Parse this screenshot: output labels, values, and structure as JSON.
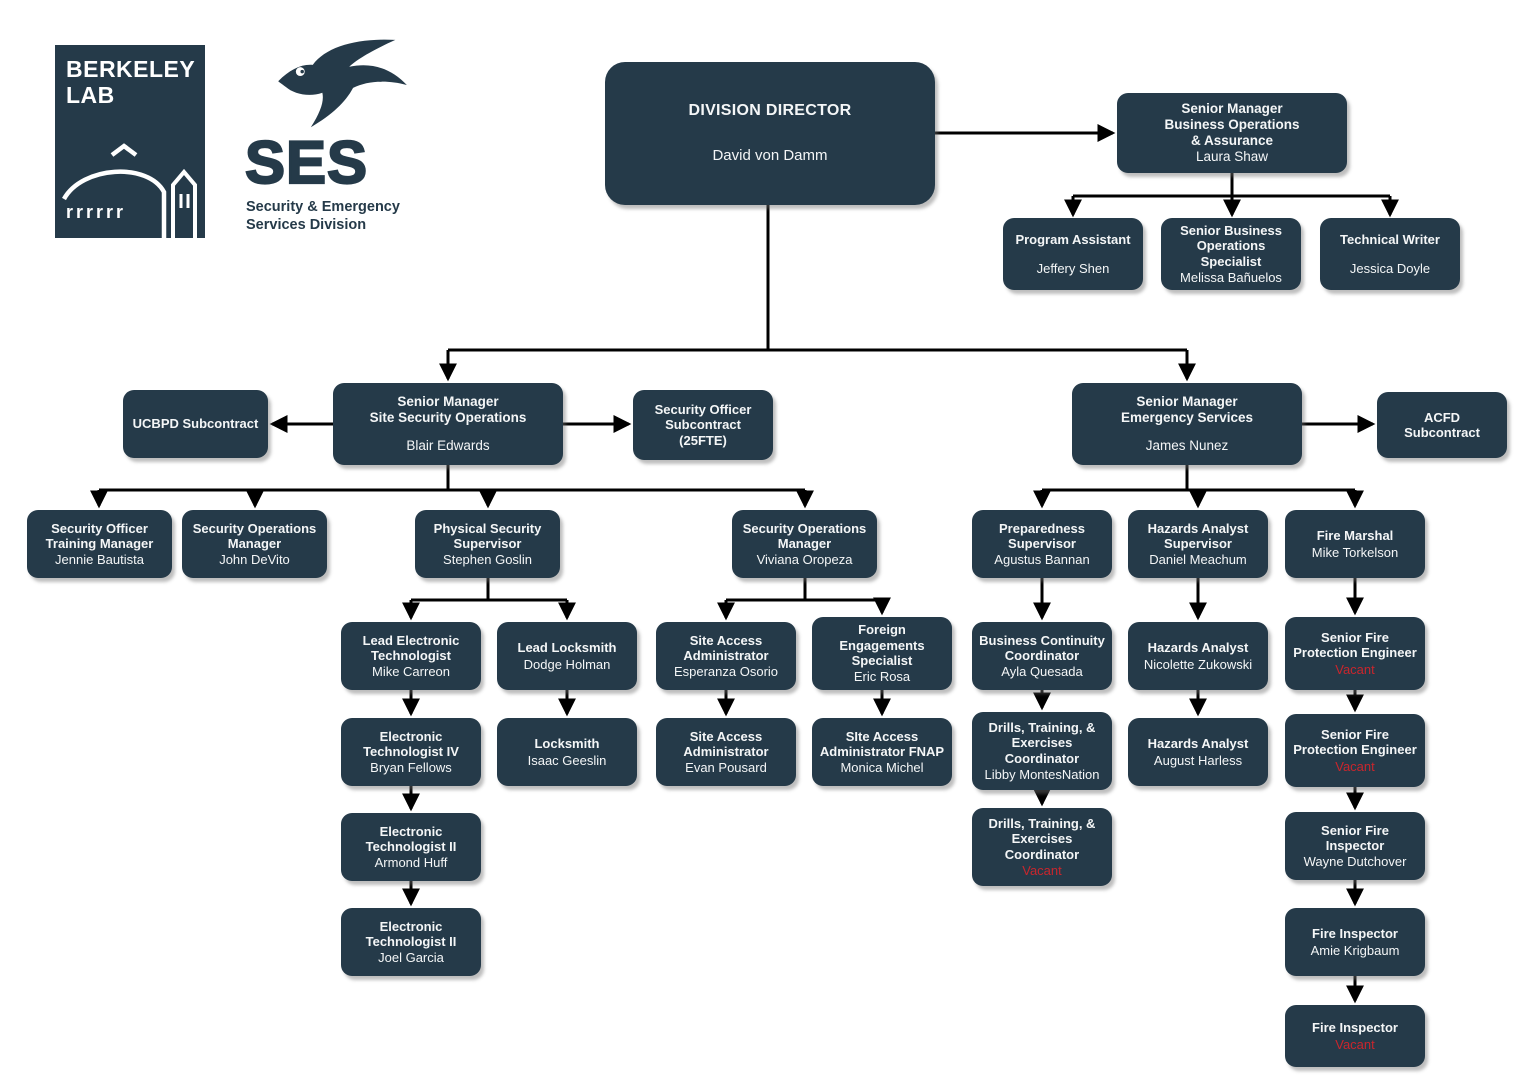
{
  "logos": {
    "berkeley": {
      "line1": "BERKELEY",
      "line2": "LAB"
    },
    "ses": {
      "acronym": "SES",
      "tagline_line1": "Security & Emergency",
      "tagline_line2": "Services Division"
    }
  },
  "colors": {
    "brand": "#253a49",
    "node_fill": "#253a49",
    "node_text": "#f4f6f7",
    "vacant_text": "#c9262d",
    "connector": "#000000"
  },
  "nodes": [
    {
      "id": "division-director",
      "title": "DIVISION DIRECTOR",
      "name": "David von Damm"
    },
    {
      "id": "sr-mgr-business-operations",
      "title": "Senior Manager\nBusiness Operations\n& Assurance",
      "name": "Laura Shaw"
    },
    {
      "id": "program-assistant",
      "title": "Program Assistant",
      "name": "Jeffery Shen"
    },
    {
      "id": "sr-business-operations-specialist",
      "title": "Senior Business\nOperations\nSpecialist",
      "name": "Melissa Bañuelos"
    },
    {
      "id": "technical-writer",
      "title": "Technical Writer",
      "name": "Jessica Doyle"
    },
    {
      "id": "ucbpd-subcontract",
      "title": "UCBPD Subcontract",
      "name": ""
    },
    {
      "id": "sr-mgr-site-security-operations",
      "title": "Senior Manager\nSite Security Operations",
      "name": "Blair Edwards"
    },
    {
      "id": "security-officer-subcontract",
      "title": "Security Officer\nSubcontract\n(25FTE)",
      "name": ""
    },
    {
      "id": "sr-mgr-emergency-services",
      "title": "Senior Manager\nEmergency Services",
      "name": "James Nunez"
    },
    {
      "id": "acfd-subcontract",
      "title": "ACFD\nSubcontract",
      "name": ""
    },
    {
      "id": "security-officer-training-manager",
      "title": "Security Officer\nTraining Manager",
      "name": "Jennie Bautista"
    },
    {
      "id": "security-operations-manager-1",
      "title": "Security Operations\nManager",
      "name": "John DeVito"
    },
    {
      "id": "physical-security-supervisor",
      "title": "Physical Security\nSupervisor",
      "name": "Stephen Goslin"
    },
    {
      "id": "security-operations-manager-2",
      "title": "Security Operations\nManager",
      "name": "Viviana Oropeza"
    },
    {
      "id": "preparedness-supervisor",
      "title": "Preparedness\nSupervisor",
      "name": "Agustus Bannan"
    },
    {
      "id": "hazards-analyst-supervisor",
      "title": "Hazards Analyst\nSupervisor",
      "name": "Daniel Meachum"
    },
    {
      "id": "fire-marshal",
      "title": "Fire Marshal",
      "name": "Mike Torkelson"
    },
    {
      "id": "lead-electronic-technologist",
      "title": "Lead Electronic\nTechnologist",
      "name": "Mike Carreon"
    },
    {
      "id": "lead-locksmith",
      "title": "Lead Locksmith",
      "name": "Dodge Holman"
    },
    {
      "id": "site-access-administrator-1",
      "title": "Site Access\nAdministrator",
      "name": "Esperanza Osorio"
    },
    {
      "id": "foreign-engagements-specialist",
      "title": "Foreign\nEngagements\nSpecialist",
      "name": "Eric Rosa"
    },
    {
      "id": "business-continuity-coordinator",
      "title": "Business Continuity\nCoordinator",
      "name": "Ayla Quesada"
    },
    {
      "id": "hazards-analyst-1",
      "title": "Hazards Analyst",
      "name": "Nicolette Zukowski"
    },
    {
      "id": "senior-fire-protection-engineer-1",
      "title": "Senior Fire\nProtection Engineer",
      "name": "Vacant",
      "vacant": true
    },
    {
      "id": "electronic-technologist-iv",
      "title": "Electronic\nTechnologist IV",
      "name": "Bryan Fellows"
    },
    {
      "id": "locksmith",
      "title": "Locksmith",
      "name": "Isaac Geeslin"
    },
    {
      "id": "site-access-administrator-2",
      "title": "Site Access\nAdministrator",
      "name": "Evan Pousard"
    },
    {
      "id": "site-access-administrator-fnap",
      "title": "SIte Access\nAdministrator FNAP",
      "name": "Monica Michel"
    },
    {
      "id": "drills-training-exercises-coordinator-1",
      "title": "Drills, Training, &\nExercises\nCoordinator",
      "name": "Libby MontesNation"
    },
    {
      "id": "hazards-analyst-2",
      "title": "Hazards Analyst",
      "name": "August Harless"
    },
    {
      "id": "senior-fire-protection-engineer-2",
      "title": "Senior Fire\nProtection Engineer",
      "name": "Vacant",
      "vacant": true
    },
    {
      "id": "electronic-technologist-ii-1",
      "title": "Electronic\nTechnologist II",
      "name": "Armond Huff"
    },
    {
      "id": "drills-training-exercises-coordinator-2",
      "title": "Drills, Training, &\nExercises\nCoordinator",
      "name": "Vacant",
      "vacant": true
    },
    {
      "id": "senior-fire-inspector",
      "title": "Senior Fire\nInspector",
      "name": "Wayne Dutchover"
    },
    {
      "id": "electronic-technologist-ii-2",
      "title": "Electronic\nTechnologist II",
      "name": "Joel Garcia"
    },
    {
      "id": "fire-inspector-1",
      "title": "Fire Inspector",
      "name": "Amie Krigbaum"
    },
    {
      "id": "fire-inspector-2",
      "title": "Fire Inspector",
      "name": "Vacant",
      "vacant": true
    }
  ]
}
